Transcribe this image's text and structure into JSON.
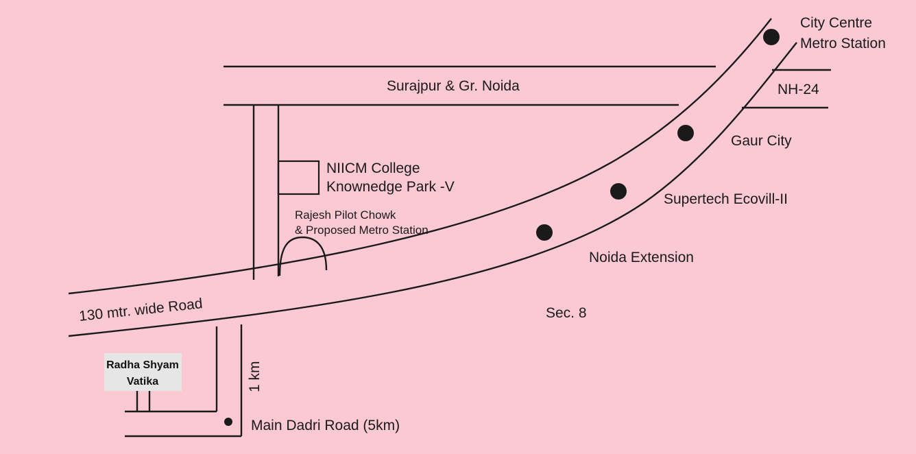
{
  "map": {
    "labels": {
      "city_centre_line1": "City Centre",
      "city_centre_line2": "Metro Station",
      "surajpur": "Surajpur & Gr. Noida",
      "nh24": "NH-24",
      "gaur_city": "Gaur City",
      "niicm_line1": "NIICM College",
      "niicm_line2": "Knownedge Park -V",
      "rajesh_line1": "Rajesh Pilot Chowk",
      "rajesh_line2": "& Proposed Metro Station",
      "supertech": "Supertech Ecovill-II",
      "noida_extension": "Noida Extension",
      "road_130": "130 mtr. wide Road",
      "sec8": "Sec. 8",
      "one_km": "1 km",
      "main_dadri": "Main Dadri Road (5km)"
    },
    "project_tag": {
      "line1": "Radha Shyam",
      "line2": "Vatika"
    },
    "colors": {
      "background": "#fbc9d3",
      "line": "#1a1a1a",
      "tag_background": "#e6e6e6"
    }
  }
}
